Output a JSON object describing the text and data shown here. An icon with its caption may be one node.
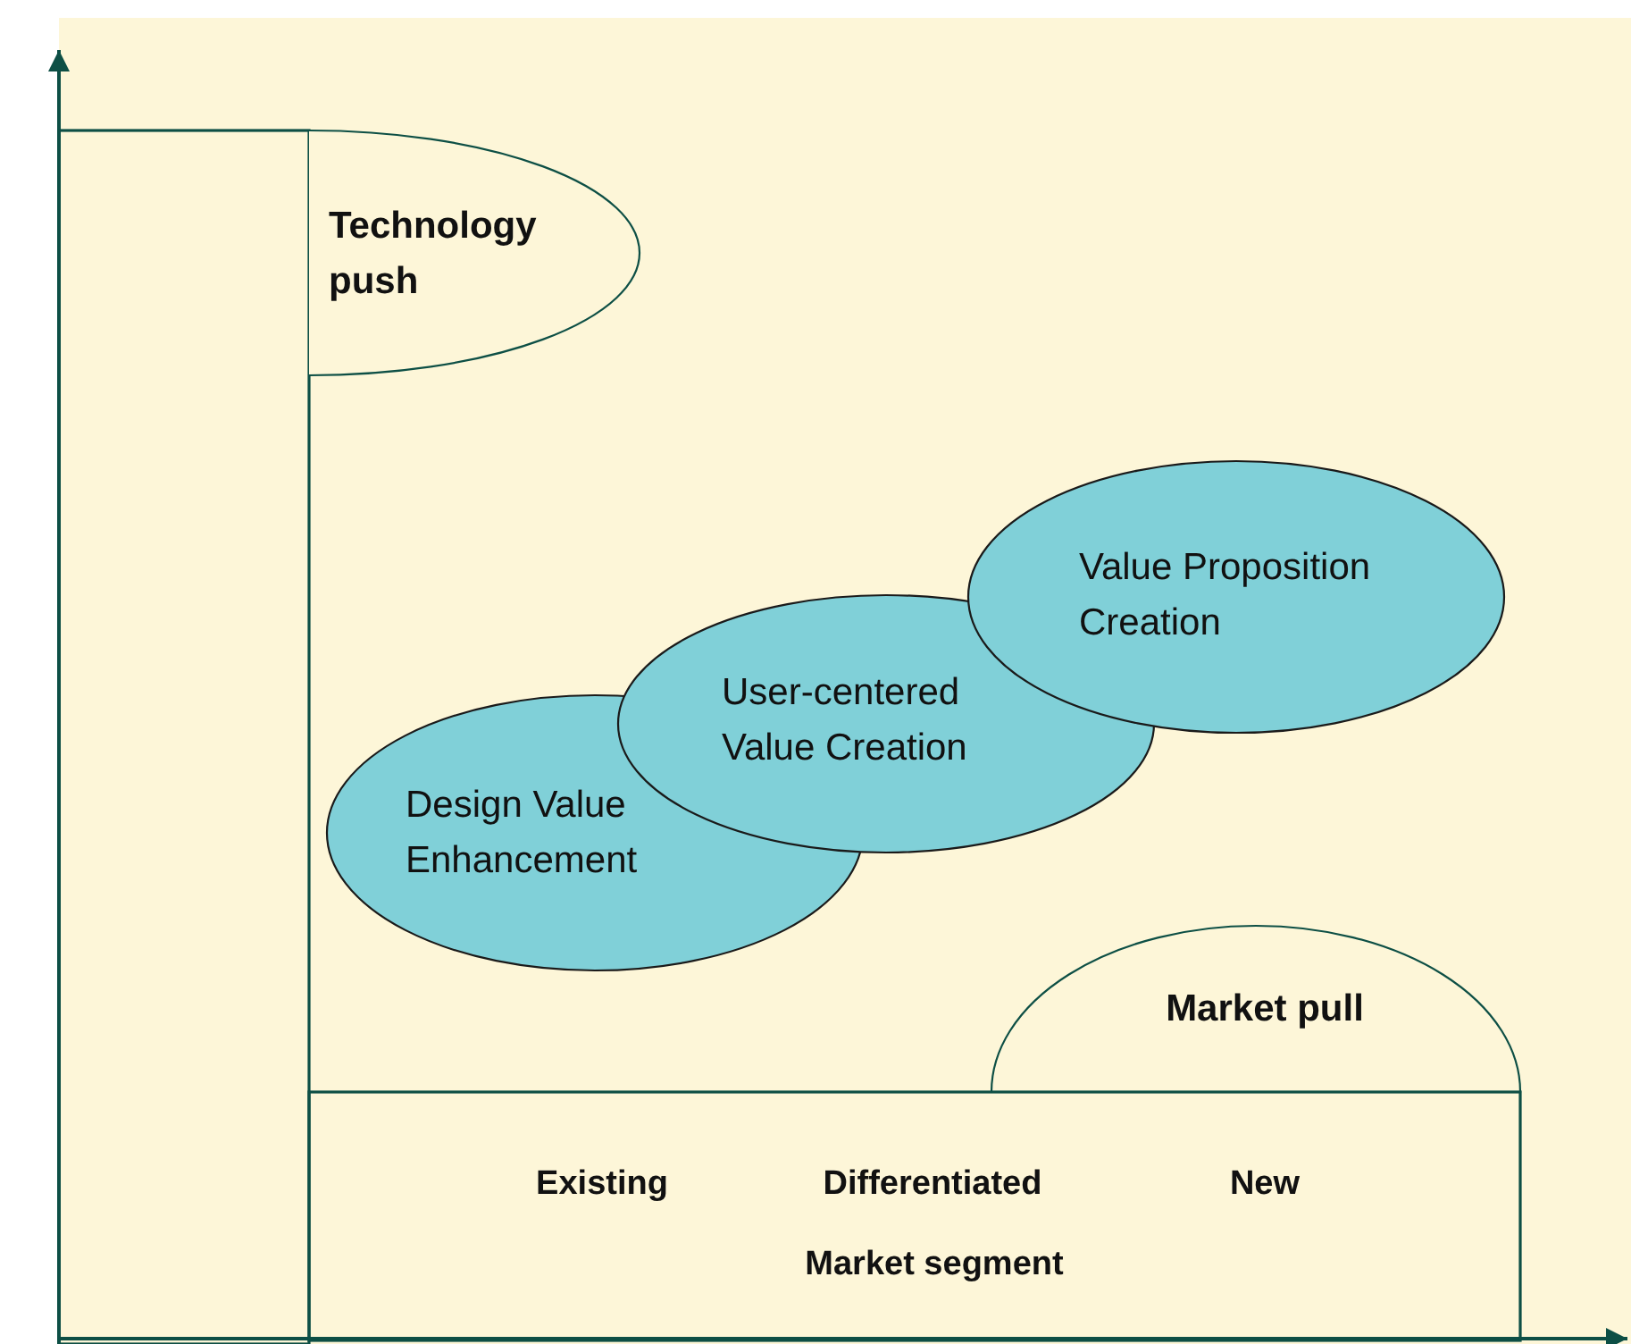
{
  "diagram": {
    "nodes": [
      {
        "text": [],
        "shape": "box"
      },
      {
        "text": [
          "Technology push"
        ]
      },
      {
        "text": [
          "Design Value Enhancement"
        ]
      },
      {
        "text": [
          "User-centered Value Creation"
        ]
      },
      {
        "text": [
          "Value Proposition Creation"
        ]
      },
      {
        "text": [
          "Market pull"
        ]
      },
      {
        "text": [
          "Existing",
          "Differentiated",
          "New",
          "Market segment"
        ]
      }
    ],
    "edges": []
  }
}
